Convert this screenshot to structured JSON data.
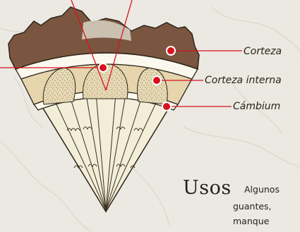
{
  "diagram": {
    "labels": {
      "corteza": "Corteza",
      "corteza_interna": "Corteza interna",
      "cambium": "Cámbium"
    }
  },
  "usos": {
    "title": "Usos",
    "lines": [
      "Algunos",
      "guantes,",
      "manque"
    ]
  },
  "colors": {
    "background": "#ebe9e2",
    "bark": "#7a5640",
    "inner_bark": "#e6d5ad",
    "wood": "#f3eed8",
    "leader": "#d8121c",
    "marker": "#d8121c"
  }
}
